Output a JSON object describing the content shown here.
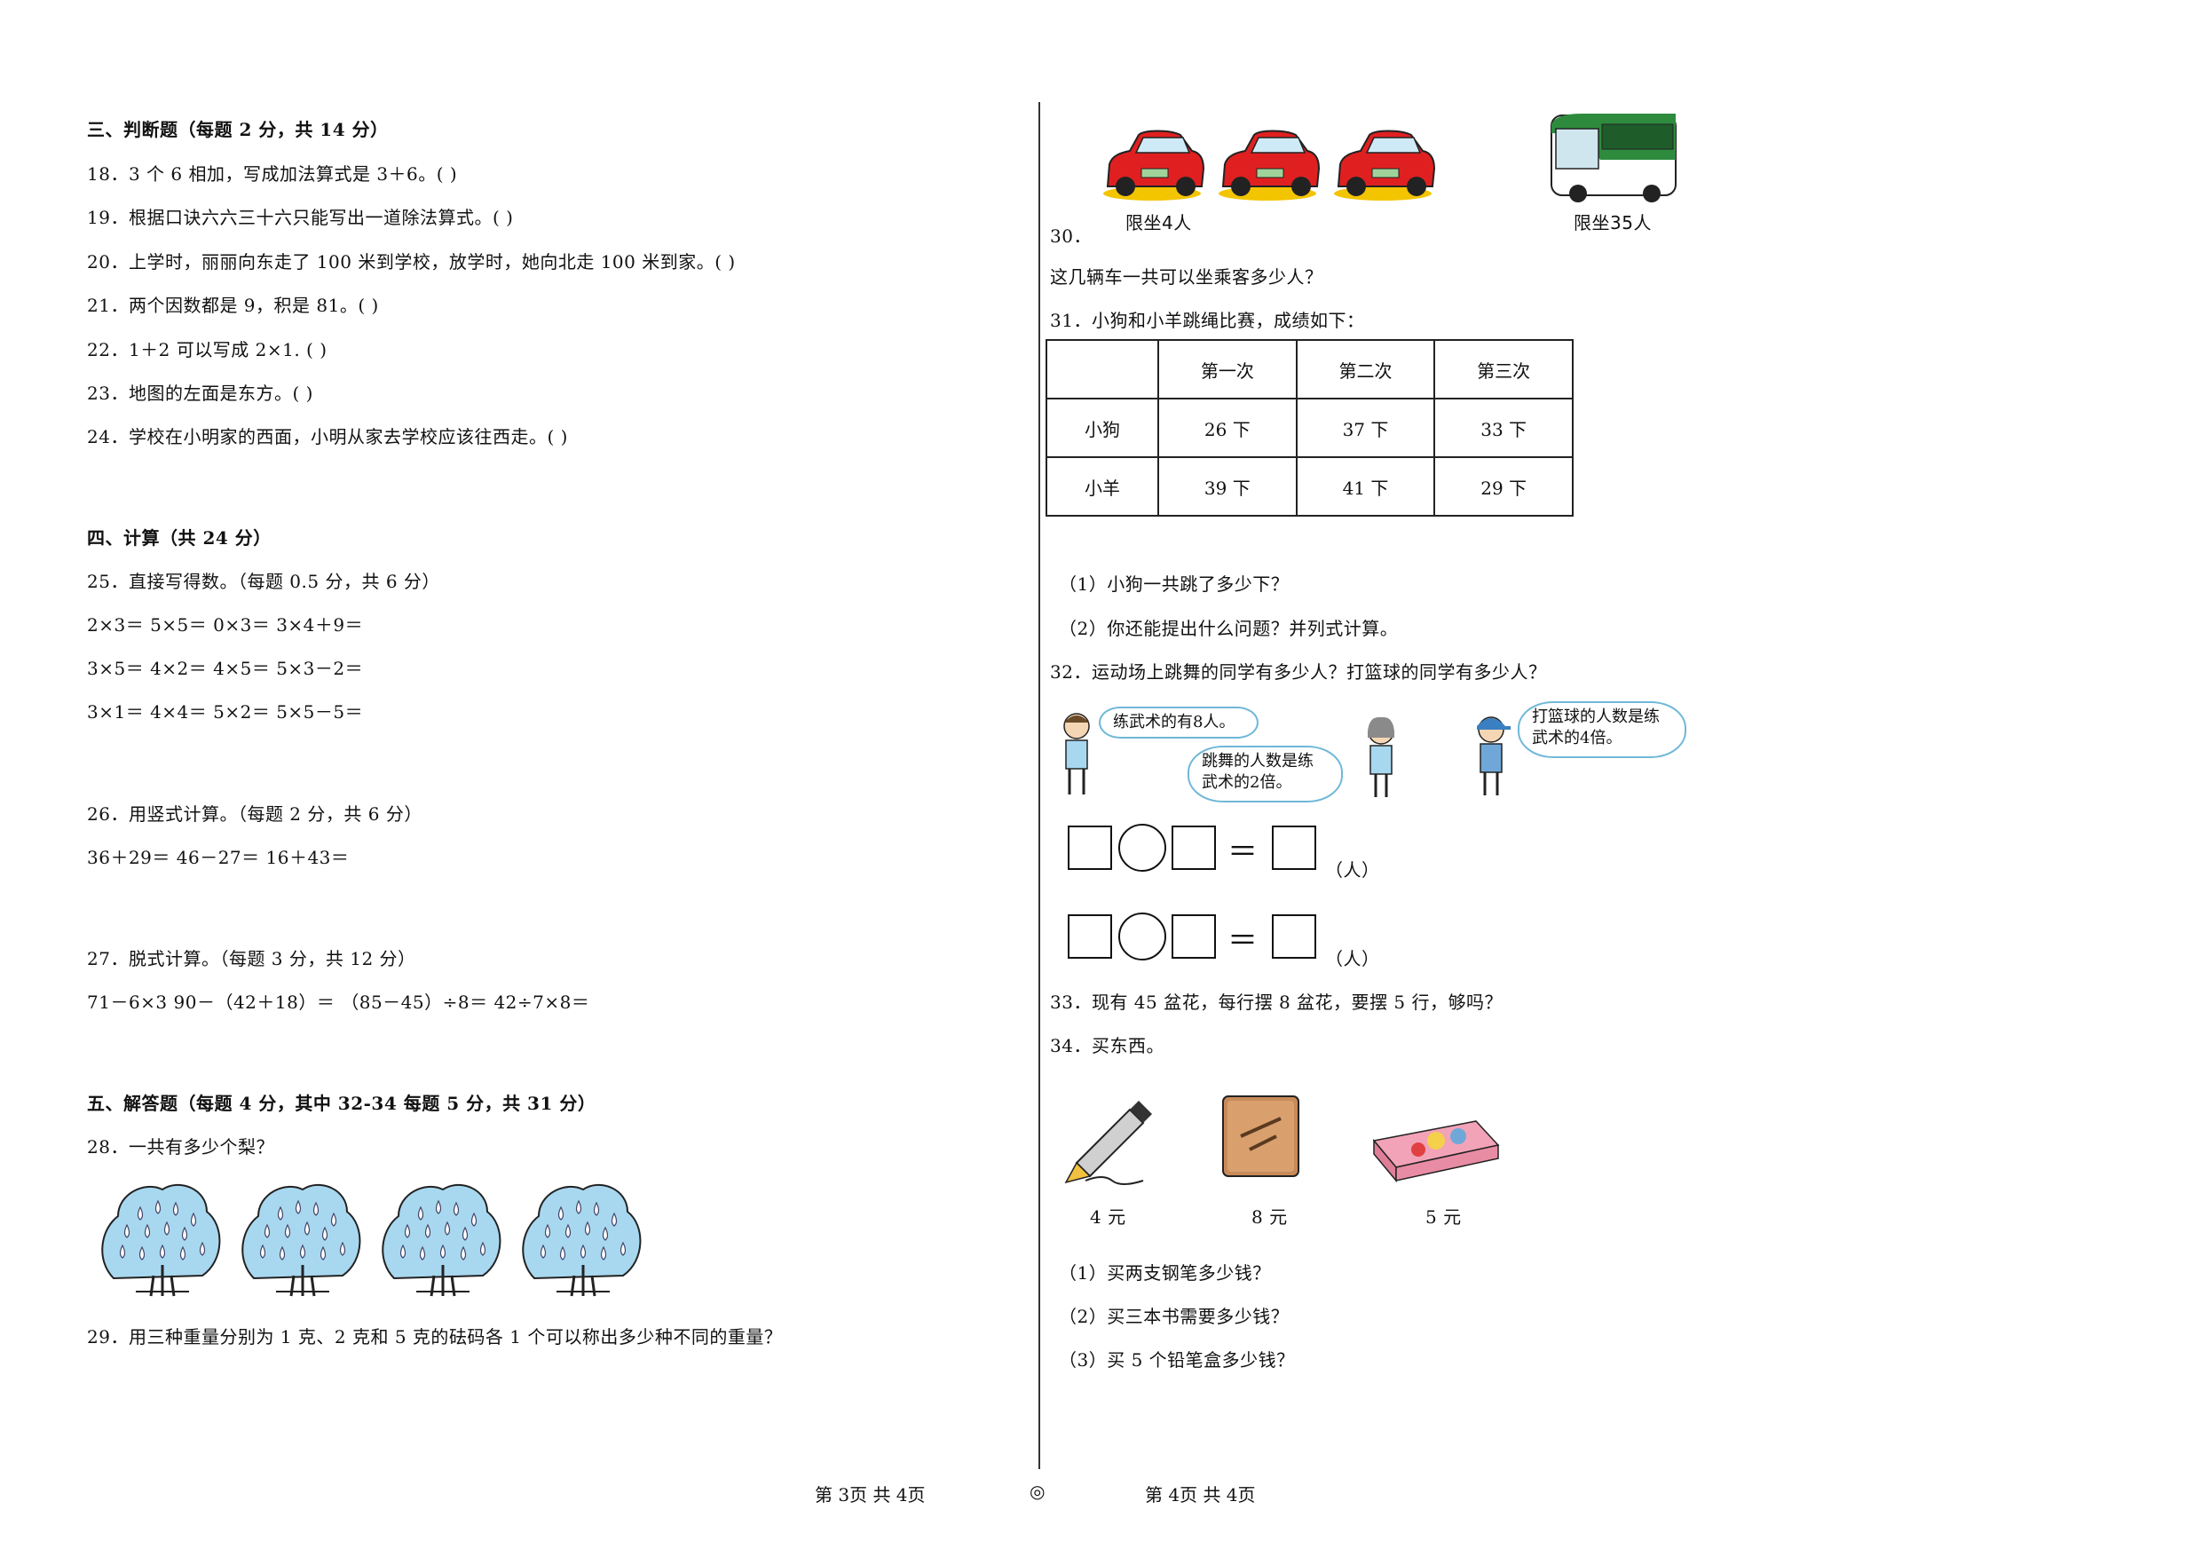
{
  "left": {
    "section3_title": "三、判断题（每题 2 分，共 14 分）",
    "q18": "18．3 个 6 相加，写成加法算式是 3＋6。(            )",
    "q19": "19．根据口诀六六三十六只能写出一道除法算式。(            )",
    "q20": "20．上学时，丽丽向东走了 100 米到学校，放学时，她向北走 100 米到家。(               )",
    "q21": "21．两个因数都是 9，积是 81。(            )",
    "q22": "22．1＋2 可以写成 2×1.           (            )",
    "q23": "23．地图的左面是东方。(            )",
    "q24": "24．学校在小明家的西面，小明从家去学校应该往西走。(               )",
    "section4_title": "四、计算（共 24 分）",
    "q25": "25．直接写得数。（每题 0.5 分，共 6 分）",
    "q25_row1": "2×3＝   5×5＝   0×3＝   3×4＋9＝",
    "q25_row2": "3×5＝   4×2＝   4×5＝   5×3－2＝",
    "q25_row3": "3×1＝   4×4＝   5×2＝   5×5－5＝",
    "q26": "26．用竖式计算。（每题 2 分，共 6 分）",
    "q26_row": "36＋29＝     46－27＝     16＋43＝",
    "q27": "27．脱式计算。（每题 3 分，共 12 分）",
    "q27_row": "71－6×3          90－（42＋18）＝          （85－45）÷8＝          42÷7×8＝",
    "section5_title": "五、解答题（每题 4 分，其中 32-34 每题 5 分，共 31 分）",
    "q28": "28．一共有多少个梨？",
    "q29": "29．用三种重量分别为 1 克、2 克和 5 克的砝码各 1 个可以称出多少种不同的重量？"
  },
  "right": {
    "car_label": "限坐4人",
    "bus_label": "限坐35人",
    "q30_num": "30．",
    "q30": "这几辆车一共可以坐乘客多少人？",
    "q31": "31．小狗和小羊跳绳比赛，成绩如下：",
    "table": {
      "headers": [
        "",
        "第一次",
        "第二次",
        "第三次"
      ],
      "rows": [
        [
          "小狗",
          "26 下",
          "37 下",
          "33 下"
        ],
        [
          "小羊",
          "39 下",
          "41 下",
          "29 下"
        ]
      ]
    },
    "q31_1": "（1）小狗一共跳了多少下？",
    "q31_2": "（2）你还能提出什么问题？并列式计算。",
    "q32": "32．运动场上跳舞的同学有多少人？打篮球的同学有多少人？",
    "bubble1": "练武术的有8人。",
    "bubble2": "跳舞的人数是练武术的2倍。",
    "bubble3": "打篮球的人数是练武术的4倍。",
    "eq_equals": "＝",
    "unit": "（人）",
    "q33": "33．现有 45 盆花，每行摆 8 盆花，要摆 5 行，够吗？",
    "q34": "34．买东西。",
    "price_pen": "4 元",
    "price_book": "8 元",
    "price_case": "5 元",
    "q34_1": "（1）买两支钢笔多少钱？",
    "q34_2": "（2）买三本书需要多少钱？",
    "q34_3": "（3）买 5 个铅笔盒多少钱？"
  },
  "footer": {
    "left": "第 3页  共 4页",
    "mid": "◎",
    "right": "第 4页  共 4页"
  },
  "colors": {
    "car": "#e02020",
    "bus_green": "#2e8b3e",
    "tree": "#a8d8f0",
    "bubble_border": "#6fb8d8"
  }
}
